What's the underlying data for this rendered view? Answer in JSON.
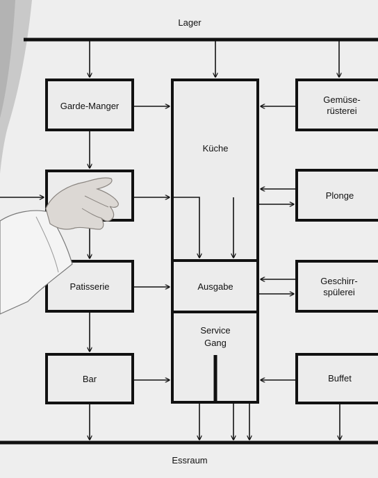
{
  "diagram": {
    "top_bar_label": "Lager",
    "bottom_bar_label": "Essraum",
    "stations": {
      "garde_manger": "Garde-Manger",
      "gemuese_line1": "Gemüse-",
      "gemuese_line2": "rüsterei",
      "kueche": "Küche",
      "plonge": "Plonge",
      "ausgabe": "Ausgabe",
      "patisserie": "Patisserie",
      "geschirr_line1": "Geschirr-",
      "geschirr_line2": "spülerei",
      "service_line1": "Service",
      "service_line2": "Gang",
      "bar": "Bar",
      "buffet": "Buffet"
    },
    "colors": {
      "background": "#eeeeee",
      "lines": "#111111",
      "hand": "#dcd8d4",
      "sleeve": "#f4f4f4"
    }
  }
}
